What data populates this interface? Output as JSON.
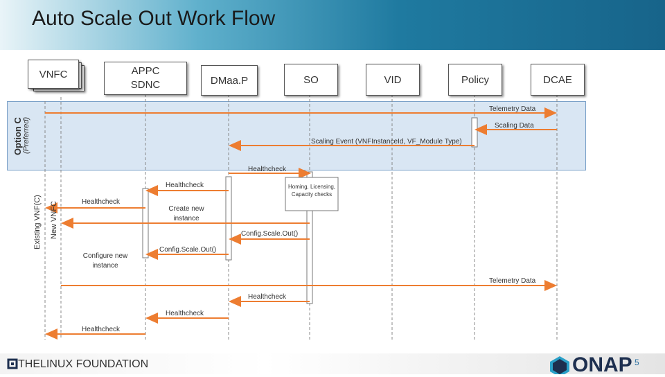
{
  "title": "Auto Scale Out Work Flow",
  "participants": {
    "vnfc": "VNFC",
    "appc_sdnc": "APPC\nSDNC",
    "dmaap": "DMaa.P",
    "so": "SO",
    "vid": "VID",
    "policy": "Policy",
    "dcae": "DCAE"
  },
  "option_label": "Option C",
  "option_sub": "(Preferred)",
  "existing_vnf": "Existing VNF(C)",
  "new_vnfc": "New VNFC",
  "messages": [
    "Telemetry Data",
    "Scaling Data",
    "Scaling Event (VNFInstanceId, VF_Module Type)",
    "Healthcheck",
    "Healthcheck",
    "Healthcheck",
    "Create new instance",
    "Homing, Licensing, Capacity checks",
    "Config.Scale.Out()",
    "Config.Scale.Out()",
    "Configure new instance",
    "Telemetry Data",
    "Healthcheck",
    "Healthcheck",
    "Healthcheck"
  ],
  "footer": {
    "linux_foundation": "THELINUX FOUNDATION",
    "onap": "ONAP",
    "page": "5"
  },
  "colors": {
    "arrow": "#ed7d31",
    "band": "#d9e6f3",
    "title_band": "#1d6f93"
  }
}
